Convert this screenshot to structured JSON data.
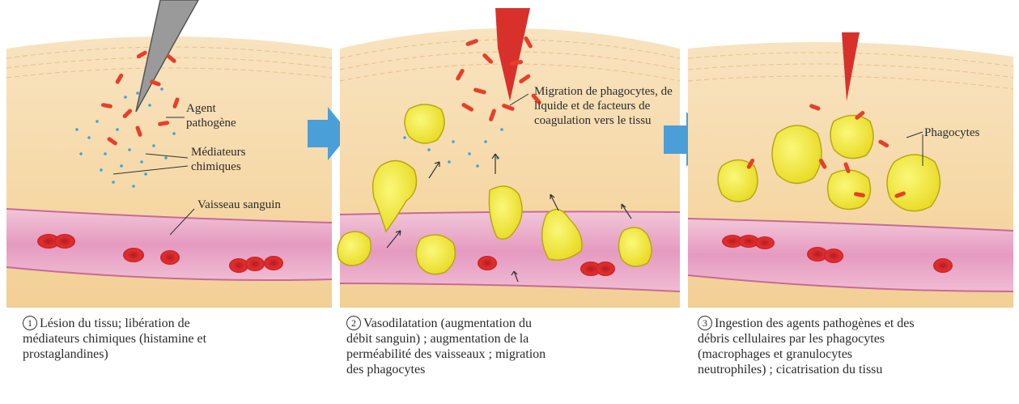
{
  "panel1": {
    "labels": {
      "pathogen": "Agent pathogène",
      "mediators": "Médiateurs chimiques",
      "vessel": "Vaisseau sanguin"
    },
    "caption_number": "1",
    "caption": "Lésion du tissu; libération de\nmédiateurs chimiques (histamine et\nprostaglandines)"
  },
  "panel2": {
    "labels": {
      "migration": "Migration de phagocytes, de liquide et de facteurs de coagulation vers le tissu"
    },
    "caption_number": "2",
    "caption": "Vasodilatation (augmentation du\ndébit sanguin) ; augmentation de la\nperméabilité des vaisseaux ; migration\ndes phagocytes"
  },
  "panel3": {
    "labels": {
      "phagocytes": "Phagocytes"
    },
    "caption_number": "3",
    "caption": "Ingestion des agents pathogènes et des\ndébris cellulaires par les phagocytes\n(macrophages et granulocytes\nneutrophiles) ; cicatrisation du tissu"
  },
  "colors": {
    "skin": "#f7dcb0",
    "vessel": "#e7a3c4",
    "red_cell": "#d8262b",
    "phagocyte": "#f3ee3a",
    "bacteria": "#e5402a",
    "mediator": "#3aa5d8",
    "arrow": "#4a9fd9"
  }
}
